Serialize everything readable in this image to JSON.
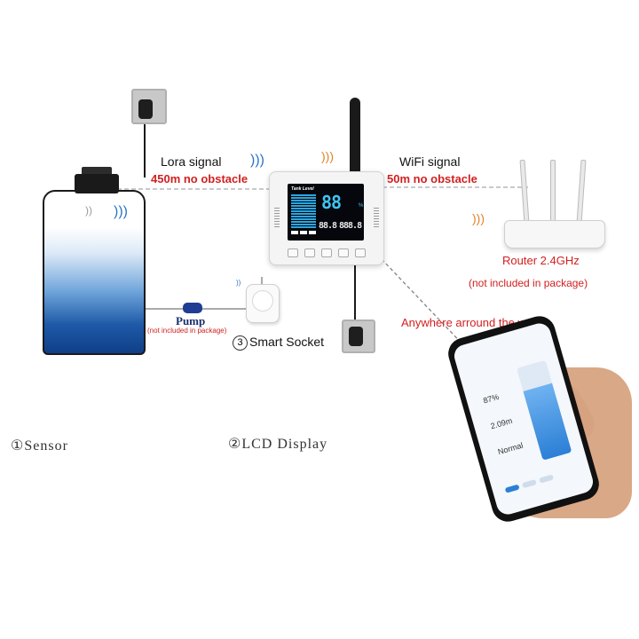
{
  "labels": {
    "lora_signal": "Lora signal",
    "lora_range": "450m no obstacle",
    "wifi_signal": "WiFi signal",
    "wifi_range": "50m no obstacle",
    "router": "Router 2.4GHz",
    "router_note": "(not included in package)",
    "anywhere": "Anywhere arround the world",
    "pump": "Pump",
    "pump_note": "(not included in package)",
    "smart_socket": "Smart Socket",
    "smart_socket_num": "3",
    "sensor": "①Sensor",
    "lcd_display": "②LCD Display"
  },
  "lcd": {
    "title": "Tank Level",
    "big_value": "88",
    "small_left": "88.8",
    "small_right": "888.8"
  },
  "phone": {
    "percent": "87%",
    "volume": "2.09m",
    "status": "Normal",
    "level_fraction": 0.75
  },
  "colors": {
    "accent_red": "#d22020",
    "wifi_blue": "#2a74c9",
    "lcd_cyan": "#3fc4f4",
    "water_blue": "#1f5aa8"
  }
}
